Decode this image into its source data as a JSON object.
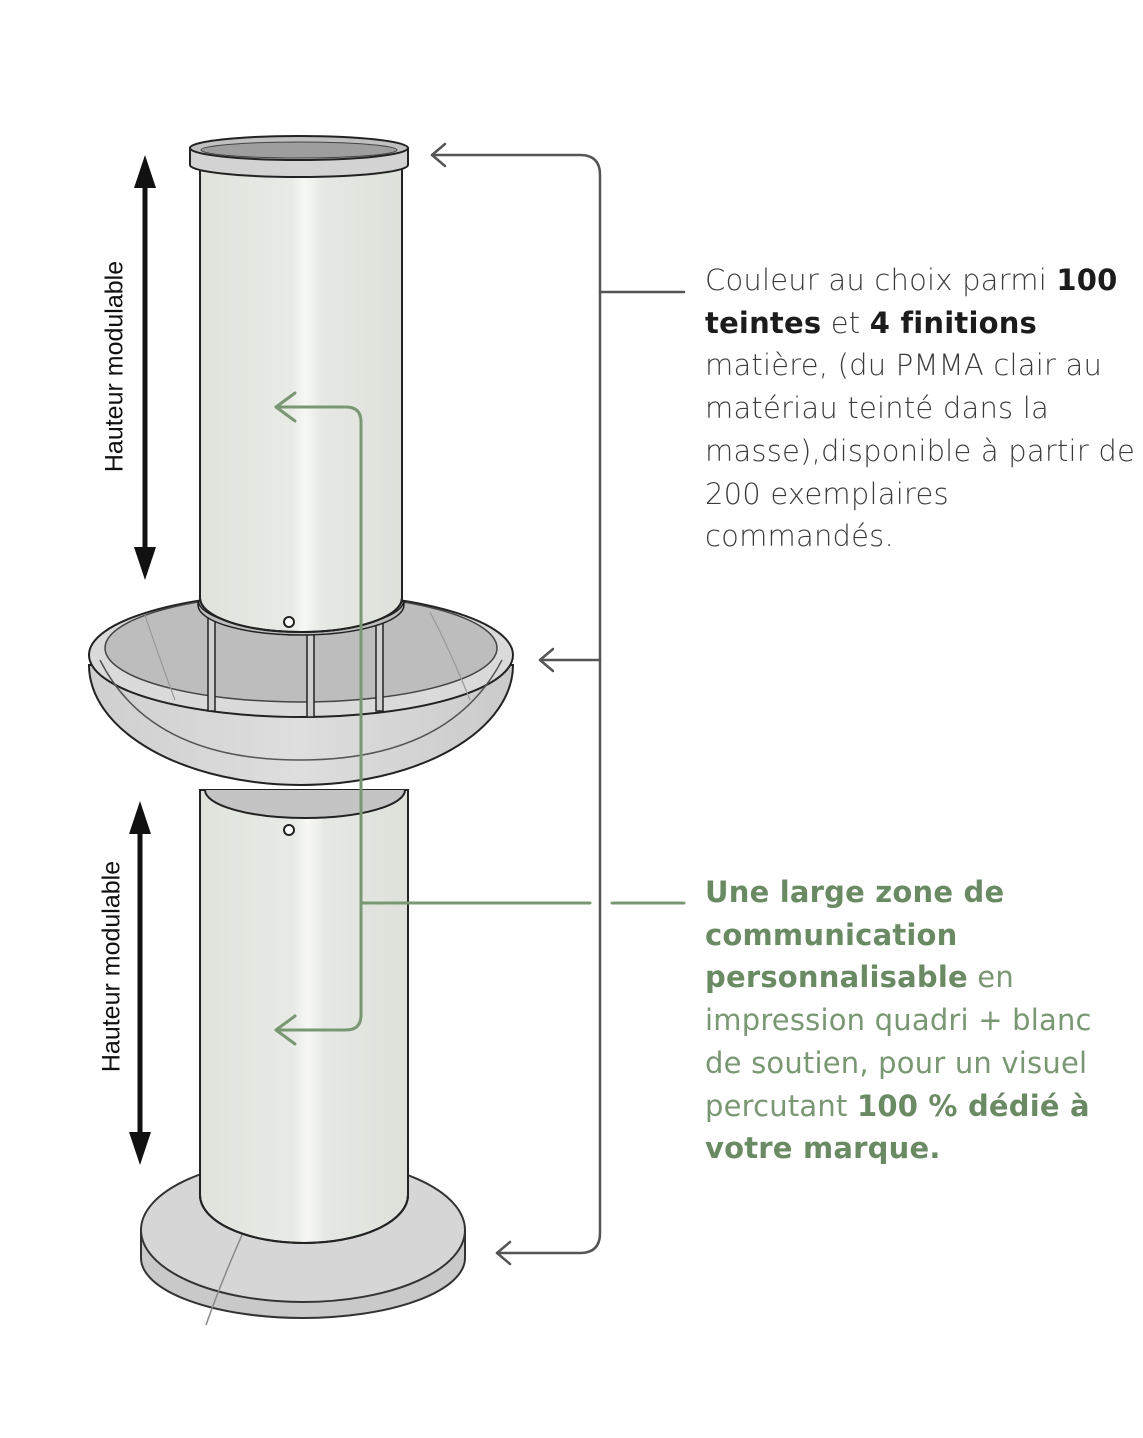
{
  "labels": {
    "height_top": "Hauteur modulable",
    "height_bottom": "Hauteur modulable"
  },
  "callout_color": {
    "part1": "Couleur au choix parmi ",
    "bold1": "100 teintes",
    "part2": " et ",
    "bold2": "4 finitions",
    "part3": " matière, (du PMMA clair au matériau teinté dans la masse),disponible à partir de 200 exemplaires commandés."
  },
  "callout_zone": {
    "bold1": "Une large zone de communication personnalisable",
    "part1": " en impression quadri + blanc de soutien, pour un visuel percutant ",
    "bold2": "100 % dédié à votre marque."
  },
  "colors": {
    "green_accent": "#7a9774",
    "leader_gray": "#5a5a5a",
    "tube_fill": "#e9ece6",
    "metal_fill": "#d4d4d4"
  }
}
